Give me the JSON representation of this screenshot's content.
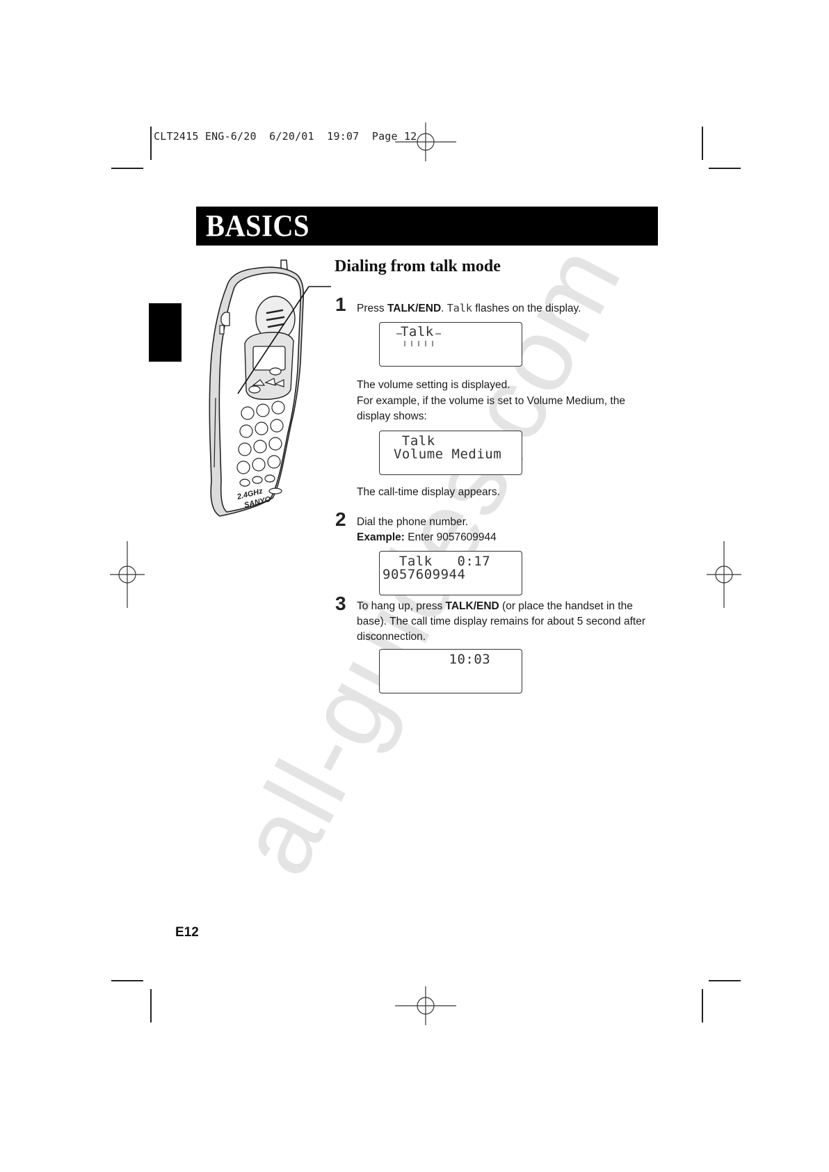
{
  "slug_line": "CLT2415 ENG-6/20  6/20/01  19:07  Page 12",
  "banner_title": "BASICS",
  "section_heading": "Dialing from talk mode",
  "watermark": "all-guides.com",
  "page_number": "E12",
  "illustration": {
    "brand": "SANYO",
    "badge": "2.4GHz"
  },
  "steps": [
    {
      "number": "1",
      "text_pre": "Press ",
      "key": "TALK/END",
      "text_mid": ". ",
      "display_word": "Talk",
      "text_post": " flashes on the display.",
      "lcd1": {
        "line1": " Talk"
      },
      "note1": "The volume setting is displayed.",
      "note2": "For example, if the volume is set to Volume Medium, the display shows:",
      "lcd2": {
        "line1": "  Talk",
        "line2": " Volume Medium"
      },
      "note3": "The call-time display appears."
    },
    {
      "number": "2",
      "text": "Dial the phone number.",
      "example_label": "Example:",
      "example_text": " Enter 9057609944",
      "lcd": {
        "line1": "  Talk   0:17",
        "line2": "9057609944"
      }
    },
    {
      "number": "3",
      "text_pre": "To hang up, press ",
      "key": "TALK/END",
      "text_post": " (or place the handset in the base). The call time display remains for about 5 second after disconnection.",
      "lcd": {
        "line1": "        10:03"
      }
    }
  ]
}
